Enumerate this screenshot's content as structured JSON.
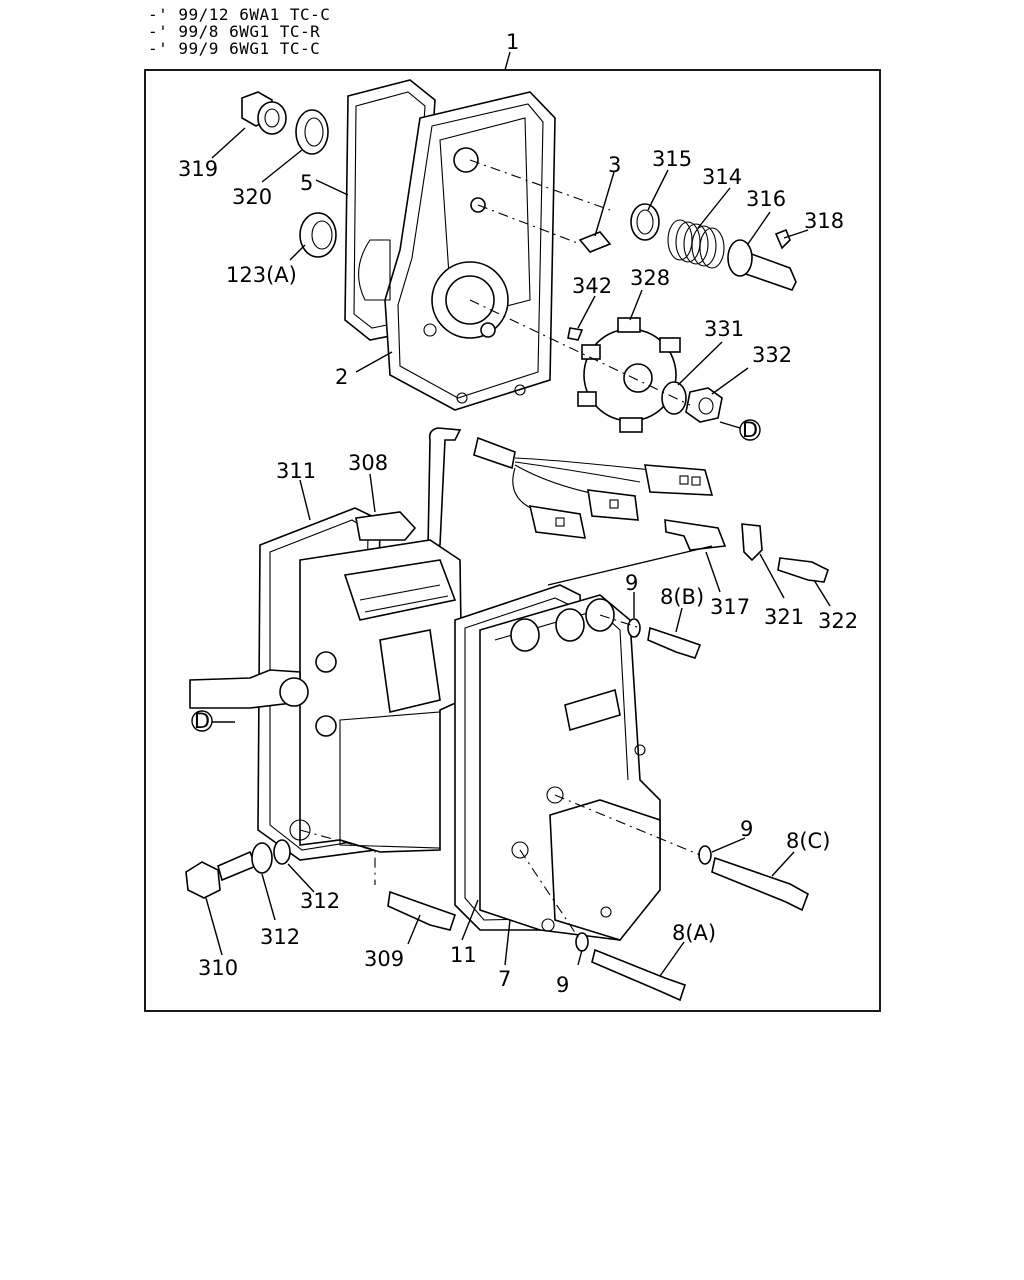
{
  "header": {
    "lines": [
      "-' 99/12 6WA1 TC-C",
      "-' 99/8 6WG1 TC-R",
      "-' 99/9 6WG1 TC-C"
    ]
  },
  "callouts": {
    "c1": "1",
    "c2": "2",
    "c3": "3",
    "c5": "5",
    "c7": "7",
    "c8a": "8(A)",
    "c8b": "8(B)",
    "c8c": "8(C)",
    "c9a": "9",
    "c9b": "9",
    "c9c": "9",
    "c11": "11",
    "c123a": "123(A)",
    "c308": "308",
    "c309": "309",
    "c310": "310",
    "c311": "311",
    "c312a": "312",
    "c312b": "312",
    "c314": "314",
    "c315": "315",
    "c316": "316",
    "c317": "317",
    "c318": "318",
    "c319": "319",
    "c320": "320",
    "c321": "321",
    "c322": "322",
    "c328": "328",
    "c331": "331",
    "c332": "332",
    "c342": "342",
    "refD1": "D",
    "refD2": "D"
  }
}
